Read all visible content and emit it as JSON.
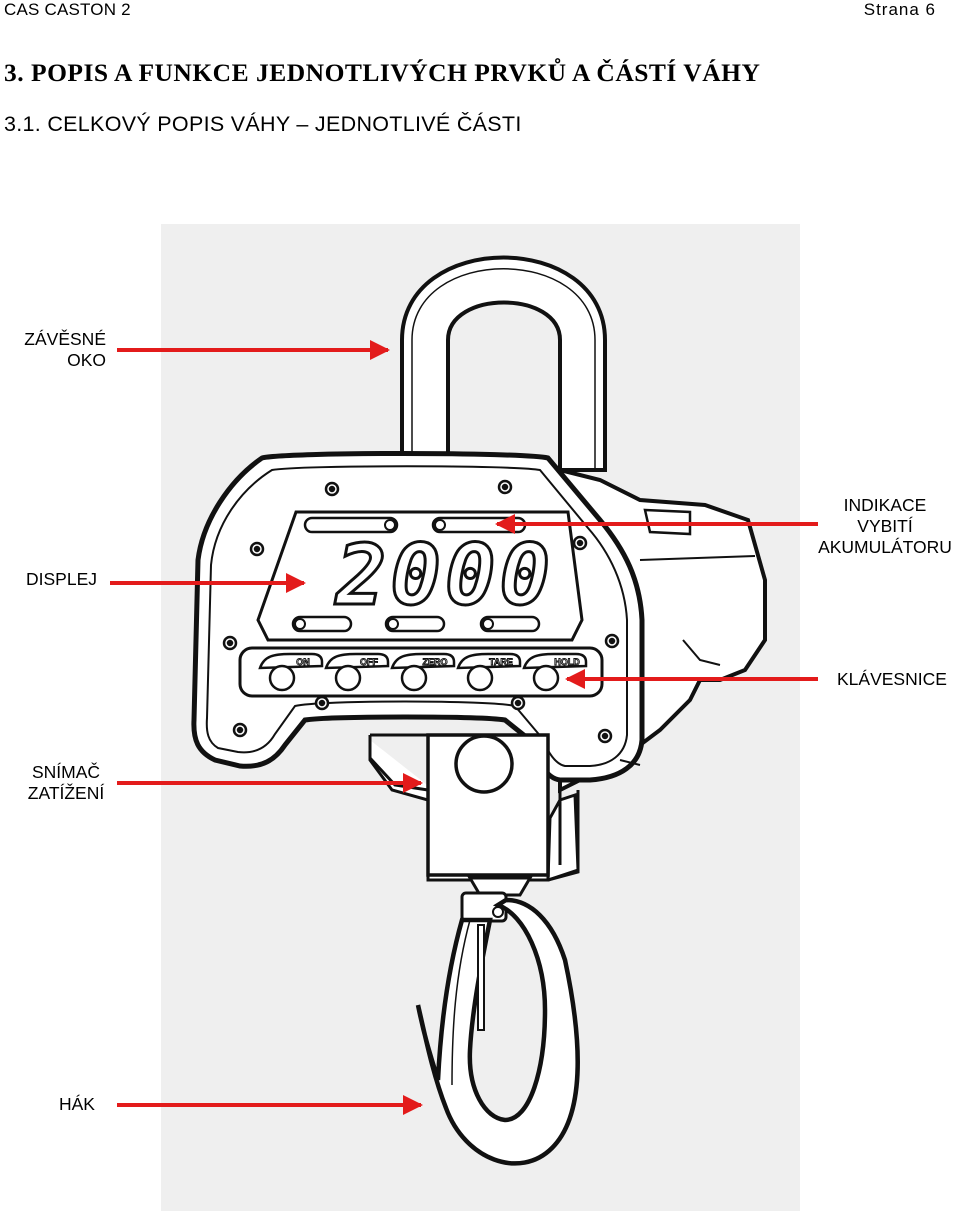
{
  "header": {
    "left": "CAS CASTON 2",
    "right": "Strana 6"
  },
  "section": {
    "heading": "3. POPIS A FUNKCE JEDNOTLIVÝCH PRVKŮ A ČÁSTÍ VÁHY",
    "subheading": "3.1. CELKOVÝ POPIS VÁHY – JEDNOTLIVÉ ČÁSTI"
  },
  "figure": {
    "display_value": "2000",
    "buttons": [
      "ON",
      "OFF",
      "ZERO",
      "TARE",
      "HOLD"
    ],
    "labels": {
      "eye_line1": "ZÁVĚSNÉ",
      "eye_line2": "OKO",
      "display": "DISPLEJ",
      "battery_line1": "INDIKACE",
      "battery_line2": "VYBITÍ",
      "battery_line3": "AKUMULÁTORU",
      "keyboard": "KLÁVESNICE",
      "sensor_line1": "SNÍMAČ",
      "sensor_line2": "ZATÍŽENÍ",
      "hook": "HÁK"
    },
    "colors": {
      "background_panel": "#efefef",
      "arrow": "#e31b1b",
      "outline": "#111111"
    }
  }
}
